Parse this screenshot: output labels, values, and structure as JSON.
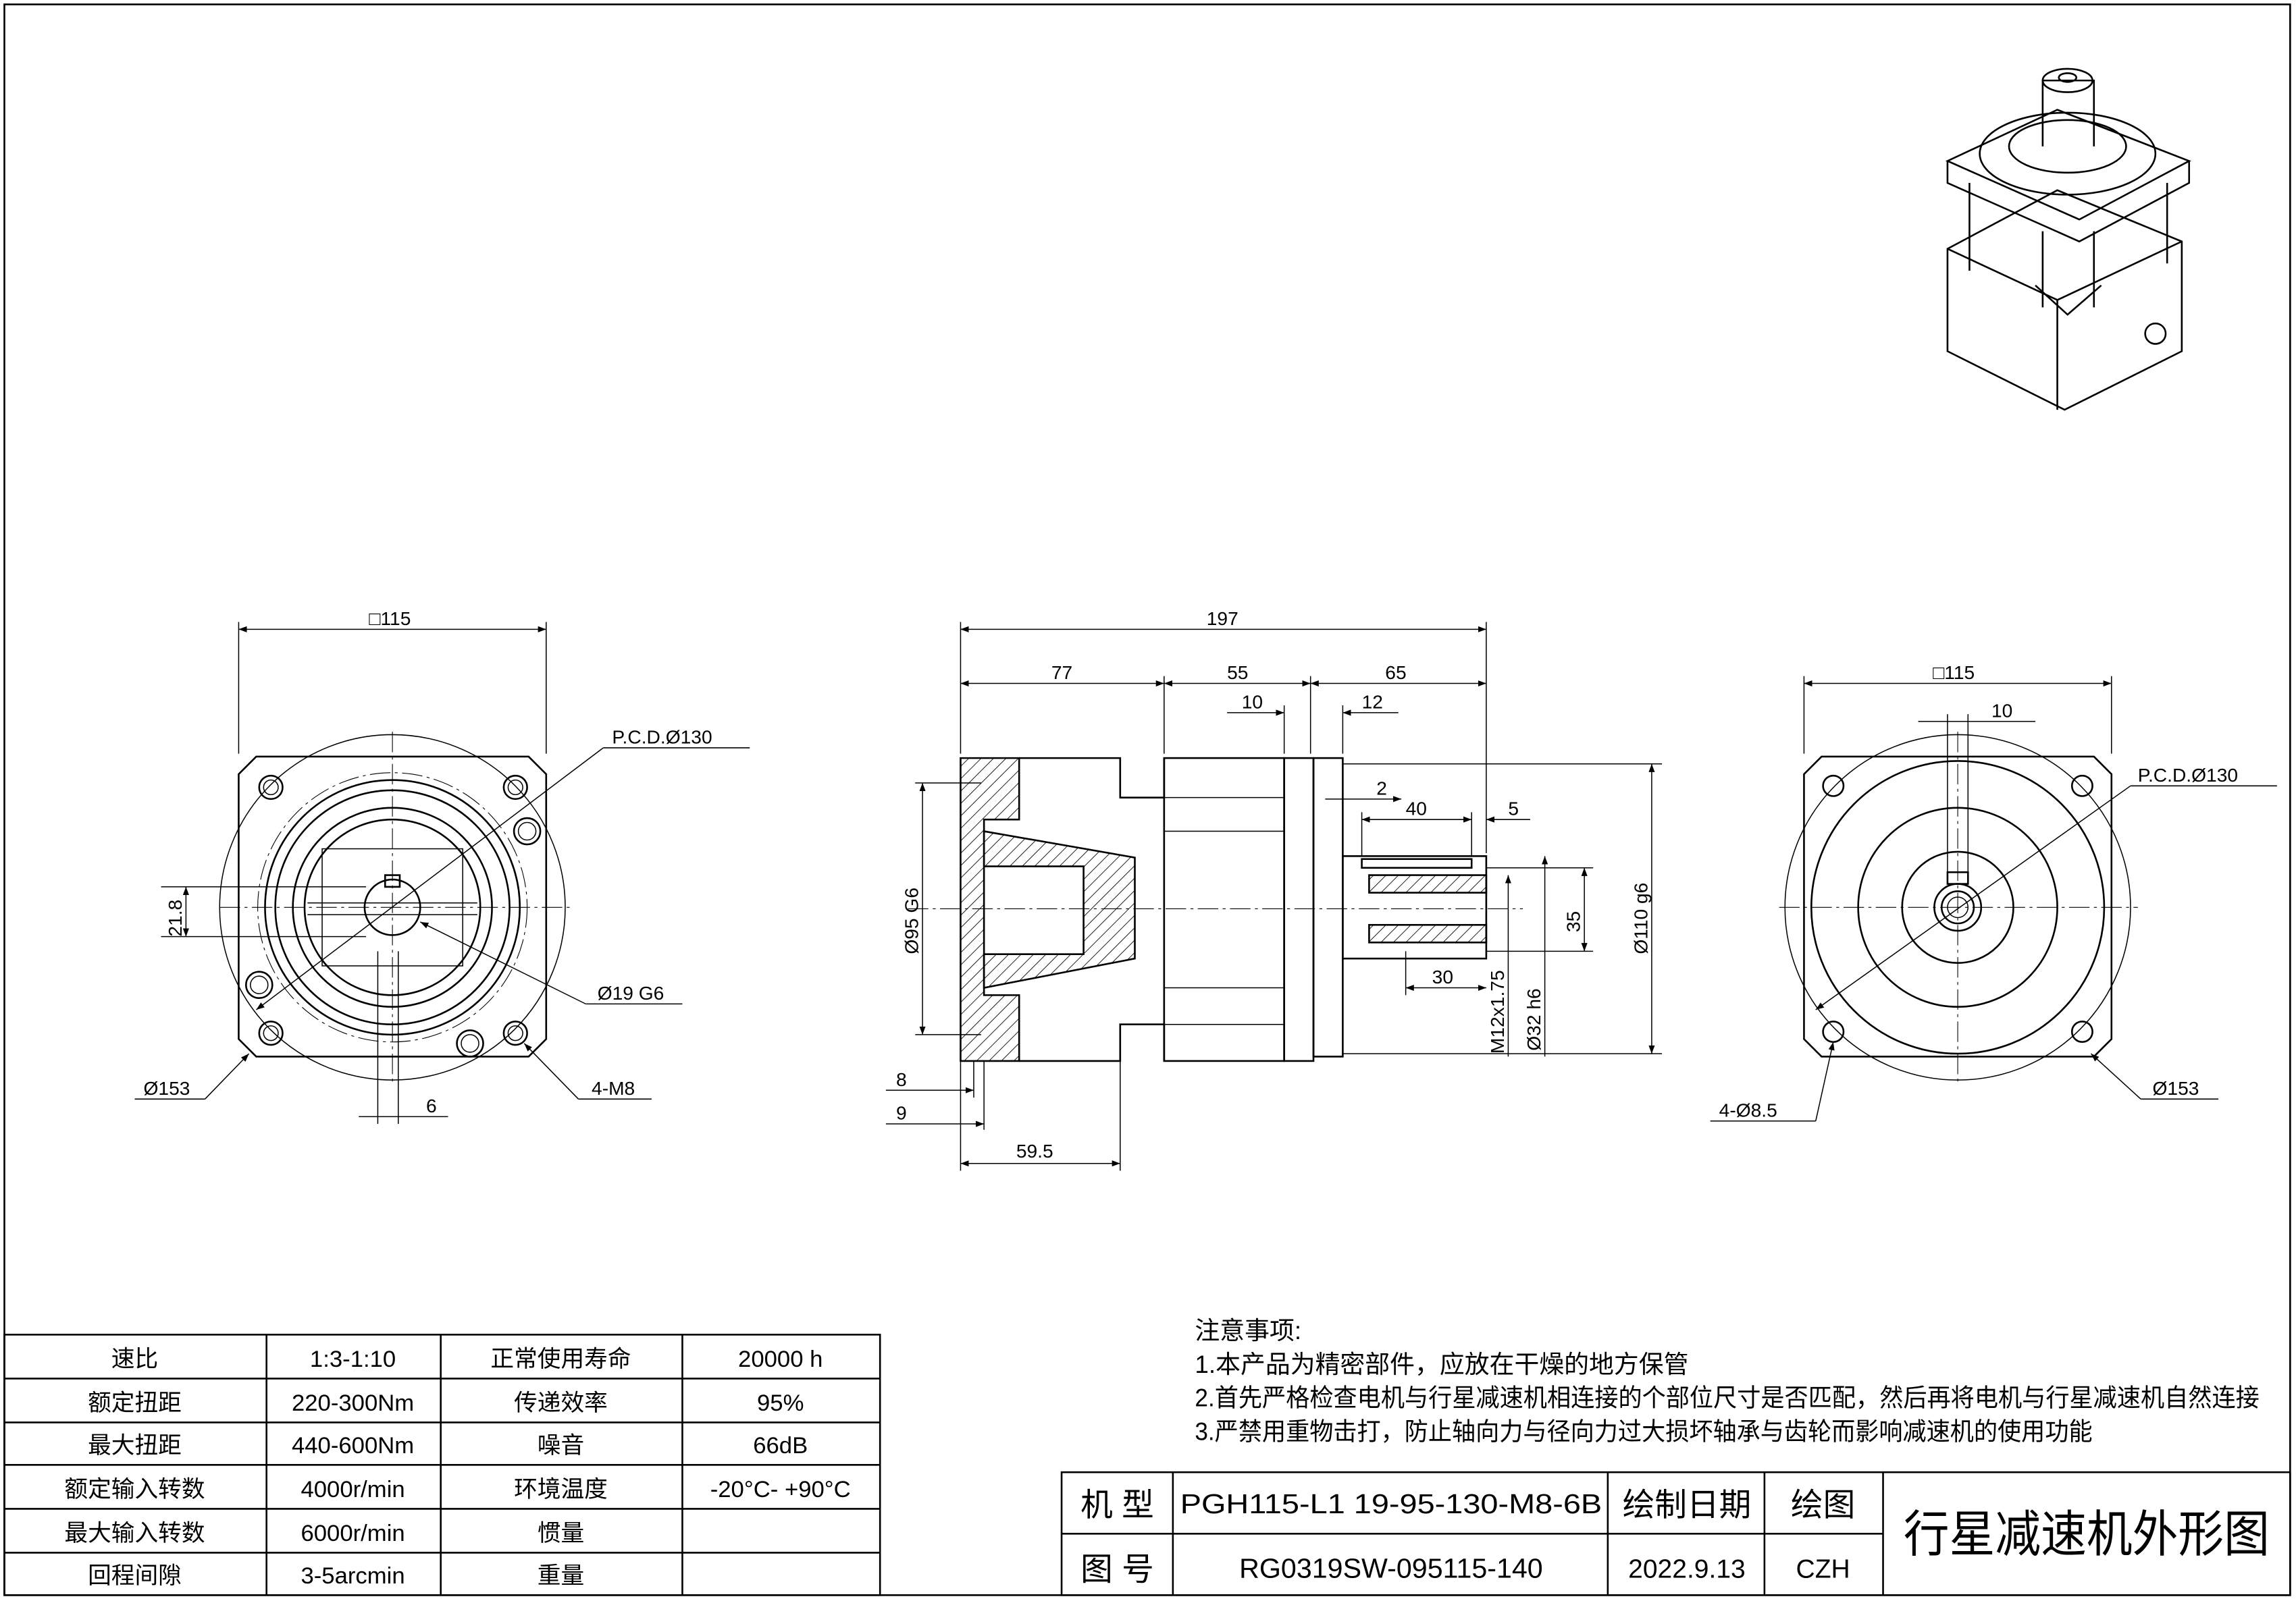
{
  "dimensions": {
    "left_view": {
      "square": "□115",
      "pcd": "P.C.D.Ø130",
      "bore": "Ø19 G6",
      "outer": "Ø153",
      "thread": "4-M8",
      "key_height": "21.8",
      "key_width": "6"
    },
    "side_view": {
      "total": "197",
      "d77": "77",
      "d55": "55",
      "d65": "65",
      "d10": "10",
      "d12": "12",
      "d2": "2",
      "d40": "40",
      "d5": "5",
      "d30": "30",
      "d35": "35",
      "d8": "8",
      "d9": "9",
      "d595": "59.5",
      "pilot": "Ø95 G6",
      "spigot": "Ø110 g6",
      "shaft": "Ø32 h6",
      "tap": "M12x1.75"
    },
    "right_view": {
      "square": "□115",
      "key": "10",
      "pcd": "P.C.D.Ø130",
      "holes": "4-Ø8.5",
      "outer": "Ø153"
    }
  },
  "spec_table": {
    "rows": [
      [
        "速比",
        "1:3-1:10",
        "正常使用寿命",
        "20000 h"
      ],
      [
        "额定扭距",
        "220-300Nm",
        "传递效率",
        "95%"
      ],
      [
        "最大扭距",
        "440-600Nm",
        "噪音",
        "66dB"
      ],
      [
        "额定输入转数",
        "4000r/min",
        "环境温度",
        "-20°C- +90°C"
      ],
      [
        "最大输入转数",
        "6000r/min",
        "惯量",
        ""
      ],
      [
        "回程间隙",
        "3-5arcmin",
        "重量",
        ""
      ]
    ]
  },
  "notes": {
    "title": "注意事项:",
    "items": [
      "1.本产品为精密部件，应放在干燥的地方保管",
      "2.首先严格检查电机与行星减速机相连接的个部位尺寸是否匹配，然后再将电机与行星减速机自然连接",
      "3.严禁用重物击打，防止轴向力与径向力过大损坏轴承与齿轮而影响减速机的使用功能"
    ]
  },
  "title_block": {
    "model_label": "机 型",
    "model_value": "PGH115-L1 19-95-130-M8-6B",
    "drawing_no_label": "图 号",
    "drawing_no_value": "RG0319SW-095115-140",
    "date_label": "绘制日期",
    "date_value": "2022.9.13",
    "drawn_label": "绘图",
    "drawn_value": "CZH",
    "title": "行星减速机外形图"
  }
}
